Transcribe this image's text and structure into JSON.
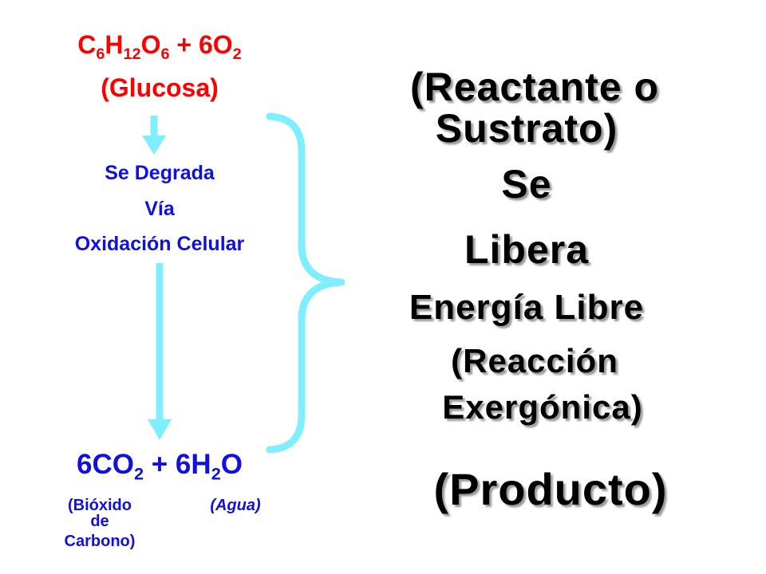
{
  "colors": {
    "reactant": "#ff0000",
    "process": "#1010e0",
    "arrow": "#7fefff",
    "description": "#000000"
  },
  "left": {
    "formula_top": {
      "c": "C",
      "c_sub": "6",
      "h": "H",
      "h_sub": "12",
      "o": "O",
      "o_sub": "6",
      "plus": " + 6O",
      "o2_sub": "2"
    },
    "glucose_label": "(Glucosa)",
    "process": [
      "Se Degrada",
      "Vía",
      "Oxidación Celular"
    ],
    "formula_bottom": {
      "co": "6CO",
      "co_sub": "2",
      "plus": " + 6H",
      "h_sub": "2",
      "o": "O"
    },
    "co2_label": [
      "(Bióxido",
      "de",
      "Carbono)"
    ],
    "water_label": "(Agua)"
  },
  "right": {
    "reactante": [
      "(Reactante o",
      "Sustrato)"
    ],
    "se": "Se",
    "libera": "Libera",
    "energia": "Energía Libre",
    "reaccion": [
      "(Reacción",
      "Exergónica)"
    ],
    "producto": "(Producto)"
  }
}
